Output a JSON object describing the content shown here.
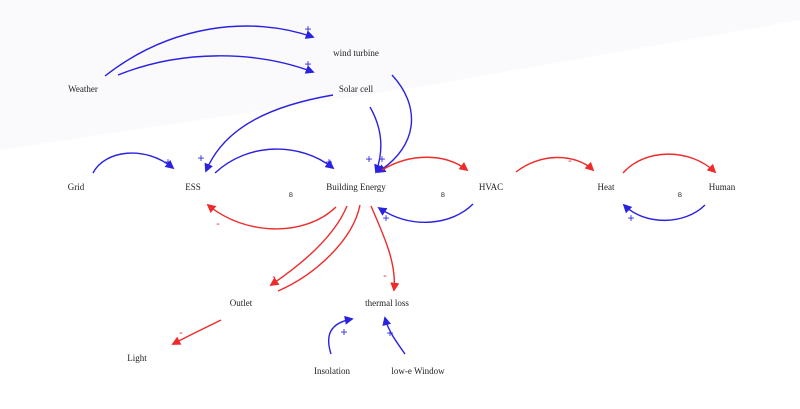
{
  "colors": {
    "positive": "#2a22e0",
    "negative": "#ef2a2a",
    "text": "#222222"
  },
  "nodes": {
    "weather": "Weather",
    "wind_turbine": "wind turbine",
    "solar_cell": "Solar cell",
    "grid": "Grid",
    "ess": "ESS",
    "building_energy": "Building Energy",
    "hvac": "HVAC",
    "heat": "Heat",
    "human": "Human",
    "outlet": "Outlet",
    "thermal_loss": "thermal loss",
    "light": "Light",
    "insolation": "Insolation",
    "low_e_window": "low-e Window"
  },
  "polarity": {
    "positive": "+",
    "negative": "-"
  },
  "loops": {
    "ess_building": "B",
    "building_hvac": "B",
    "heat_human": "B"
  }
}
